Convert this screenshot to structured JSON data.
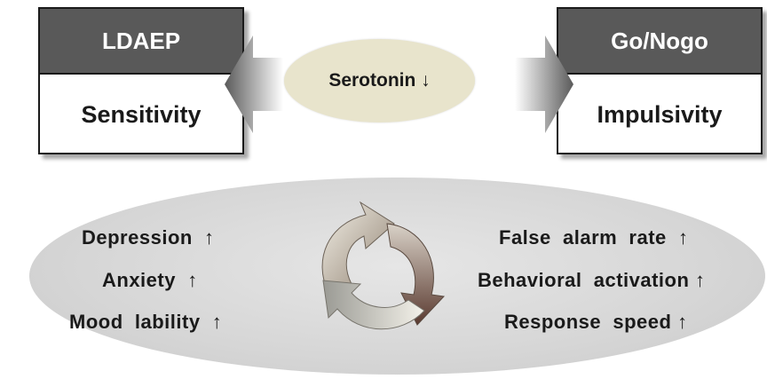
{
  "left_box": {
    "header": "LDAEP",
    "body": "Sensitivity"
  },
  "right_box": {
    "header": "Go/Nogo",
    "body": "Impulsivity"
  },
  "center_label": "Serotonin ↓",
  "left_factors": [
    "Depression  ↑",
    "Anxiety  ↑",
    "Mood  lability  ↑"
  ],
  "right_factors": [
    "False  alarm  rate  ↑",
    "Behavioral  activation ↑",
    "Response  speed ↑"
  ],
  "colors": {
    "header_fill": "#595959",
    "serotonin_fill": "#e8e4cc",
    "ellipse_fill": "#d6d6d6"
  },
  "icons": {
    "cycle": "recycle-cycle-icon"
  }
}
